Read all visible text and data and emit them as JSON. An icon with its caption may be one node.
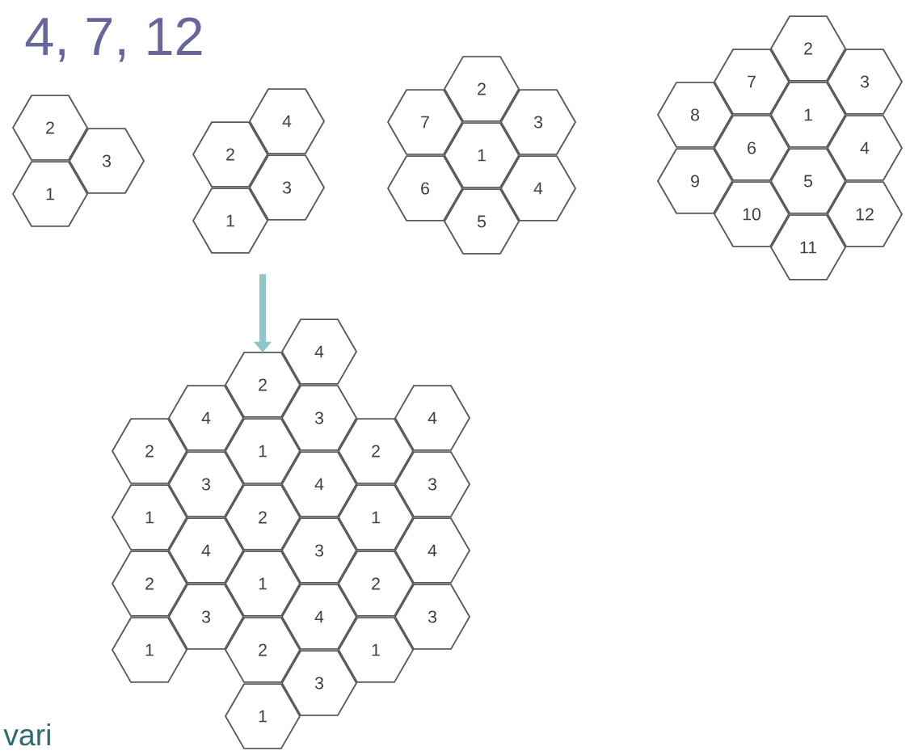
{
  "diagram": {
    "title": "4, 7, 12",
    "nodes": [
      {
        "text": [
          "2"
        ]
      },
      {
        "text": [
          "3"
        ]
      },
      {
        "text": [
          "1"
        ]
      },
      {
        "text": [
          "4"
        ]
      },
      {
        "text": [
          "2"
        ]
      },
      {
        "text": [
          "3"
        ]
      },
      {
        "text": [
          "1"
        ]
      },
      {
        "text": [
          "2"
        ]
      },
      {
        "text": [
          "7"
        ]
      },
      {
        "text": [
          "3"
        ]
      },
      {
        "text": [
          "1"
        ]
      },
      {
        "text": [
          "6"
        ]
      },
      {
        "text": [
          "4"
        ]
      },
      {
        "text": [
          "5"
        ]
      },
      {
        "text": [
          "2"
        ]
      },
      {
        "text": [
          "7"
        ]
      },
      {
        "text": [
          "3"
        ]
      },
      {
        "text": [
          "8"
        ]
      },
      {
        "text": [
          "1"
        ]
      },
      {
        "text": [
          "6"
        ]
      },
      {
        "text": [
          "4"
        ]
      },
      {
        "text": [
          "9"
        ]
      },
      {
        "text": [
          "5"
        ]
      },
      {
        "text": [
          "10"
        ]
      },
      {
        "text": [
          "12"
        ]
      },
      {
        "text": [
          "11"
        ]
      },
      {
        "text": [
          "4"
        ]
      },
      {
        "text": [
          "2"
        ]
      },
      {
        "text": [
          "4"
        ]
      },
      {
        "text": [
          "3"
        ]
      },
      {
        "text": [
          "4"
        ]
      },
      {
        "text": [
          "2"
        ]
      },
      {
        "text": [
          "1"
        ]
      },
      {
        "text": [
          "2"
        ]
      },
      {
        "text": [
          "3"
        ]
      },
      {
        "text": [
          "4"
        ]
      },
      {
        "text": [
          "3"
        ]
      },
      {
        "text": [
          "1"
        ]
      },
      {
        "text": [
          "2"
        ]
      },
      {
        "text": [
          "1"
        ]
      },
      {
        "text": [
          "4"
        ]
      },
      {
        "text": [
          "3"
        ]
      },
      {
        "text": [
          "4"
        ]
      },
      {
        "text": [
          "2"
        ]
      },
      {
        "text": [
          "1"
        ]
      },
      {
        "text": [
          "2"
        ]
      },
      {
        "text": [
          "3"
        ]
      },
      {
        "text": [
          "4"
        ]
      },
      {
        "text": [
          "3"
        ]
      },
      {
        "text": [
          "1"
        ]
      },
      {
        "text": [
          "2"
        ]
      },
      {
        "text": [
          "1"
        ]
      },
      {
        "text": [
          "3"
        ]
      },
      {
        "text": [
          "1"
        ]
      }
    ],
    "edges": [
      {
        "from": null,
        "to": 27,
        "arrow": "to"
      }
    ],
    "labels": [
      "vari"
    ]
  }
}
